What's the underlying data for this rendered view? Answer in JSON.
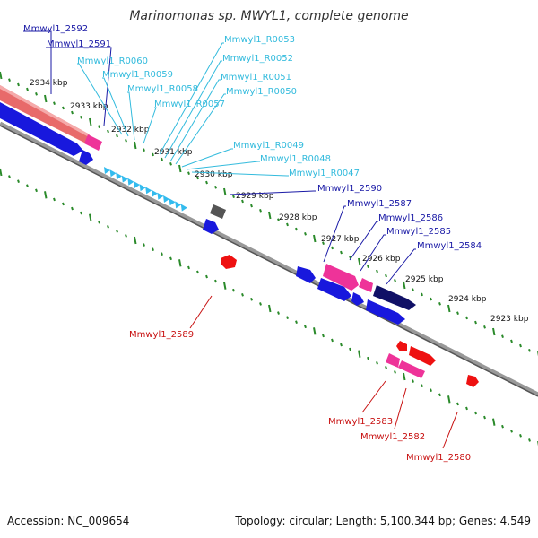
{
  "title": "Marinomonas sp. MWYL1, complete genome",
  "footer": {
    "accession": "Accession: NC_009654",
    "summary": "Topology: circular; Length: 5,100,344 bp; Genes: 4,549"
  },
  "colors": {
    "trna_label": "#33bbdd",
    "gene_label": "#1a1aa6",
    "red_label": "#c81010",
    "backbone": "#777777",
    "tick": "#2a8a2a",
    "blue": "#1818dd",
    "navy": "#101066",
    "pink": "#ee3399",
    "red": "#ee1111",
    "salmon": "#e86a6a",
    "gray": "#555555",
    "cyan": "#33bbee"
  },
  "tick_labels": [
    {
      "text": "2934 kbp",
      "kbp": 2934
    },
    {
      "text": "2933 kbp",
      "kbp": 2933
    },
    {
      "text": "2932 kbp",
      "kbp": 2932
    },
    {
      "text": "2931 kbp",
      "kbp": 2931
    },
    {
      "text": "2930 kbp",
      "kbp": 2930
    },
    {
      "text": "2929 kbp",
      "kbp": 2929
    },
    {
      "text": "2928 kbp",
      "kbp": 2928
    },
    {
      "text": "2927 kbp",
      "kbp": 2927
    },
    {
      "text": "2926 kbp",
      "kbp": 2926
    },
    {
      "text": "2925 kbp",
      "kbp": 2925
    },
    {
      "text": "2924 kbp",
      "kbp": 2924
    },
    {
      "text": "2923 kbp",
      "kbp": 2923
    }
  ],
  "feature_labels": [
    {
      "name": "Mmwyl1_2592",
      "type": "gene"
    },
    {
      "name": "Mmwyl1_2591",
      "type": "gene"
    },
    {
      "name": "Mmwyl1_R0060",
      "type": "trna"
    },
    {
      "name": "Mmwyl1_R0059",
      "type": "trna"
    },
    {
      "name": "Mmwyl1_R0058",
      "type": "trna"
    },
    {
      "name": "Mmwyl1_R0057",
      "type": "trna"
    },
    {
      "name": "Mmwyl1_R0053",
      "type": "trna"
    },
    {
      "name": "Mmwyl1_R0052",
      "type": "trna"
    },
    {
      "name": "Mmwyl1_R0051",
      "type": "trna"
    },
    {
      "name": "Mmwyl1_R0050",
      "type": "trna"
    },
    {
      "name": "Mmwyl1_R0049",
      "type": "trna"
    },
    {
      "name": "Mmwyl1_R0048",
      "type": "trna"
    },
    {
      "name": "Mmwyl1_R0047",
      "type": "trna"
    },
    {
      "name": "Mmwyl1_2590",
      "type": "gene"
    },
    {
      "name": "Mmwyl1_2587",
      "type": "gene"
    },
    {
      "name": "Mmwyl1_2586",
      "type": "gene"
    },
    {
      "name": "Mmwyl1_2585",
      "type": "gene"
    },
    {
      "name": "Mmwyl1_2584",
      "type": "gene"
    },
    {
      "name": "Mmwyl1_2589",
      "type": "red"
    },
    {
      "name": "Mmwyl1_2583",
      "type": "red"
    },
    {
      "name": "Mmwyl1_2582",
      "type": "red"
    },
    {
      "name": "Mmwyl1_2580",
      "type": "red"
    }
  ]
}
